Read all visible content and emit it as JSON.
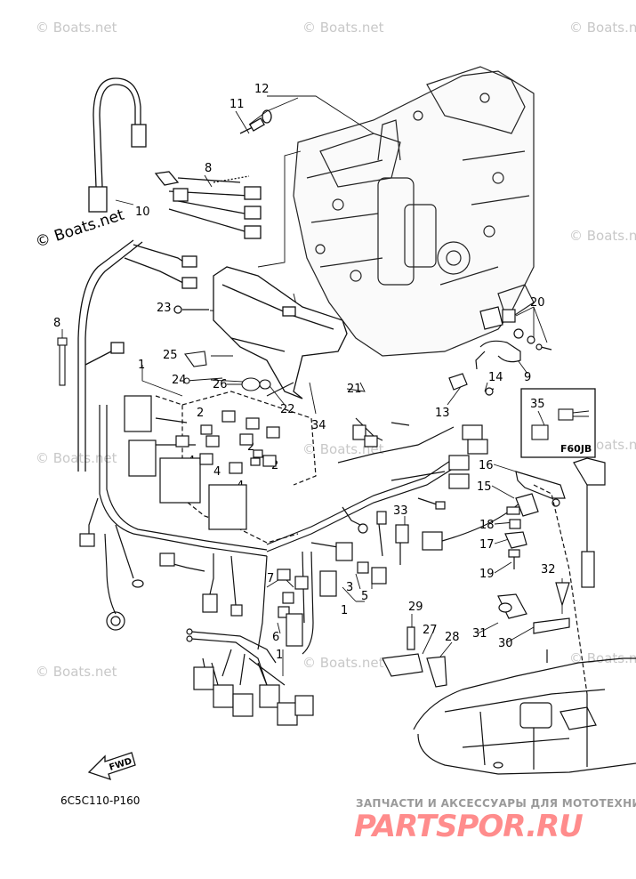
{
  "watermarks": {
    "small": "© Boats.net",
    "prominent": "© Boats.net"
  },
  "inset": {
    "label": "F60JB",
    "callout": "35"
  },
  "fwd_label": "FWD",
  "drawing_code": "6C5C110-P160",
  "brand": {
    "subtitle": "ЗАПЧАСТИ И АКСЕССУАРЫ ДЛЯ МОТОТЕХНИКИ",
    "name": "PARTSPOR.RU"
  },
  "callouts": {
    "c1a": "1",
    "c1b": "1",
    "c1c": "1",
    "c1d": "1",
    "c2a": "2",
    "c2b": "2",
    "c2c": "2",
    "c3": "3",
    "c4a": "4",
    "c4b": "4",
    "c4c": "4",
    "c5": "5",
    "c6": "6",
    "c7": "7",
    "c8a": "8",
    "c8b": "8",
    "c9": "9",
    "c10": "10",
    "c11": "11",
    "c12": "12",
    "c13": "13",
    "c14": "14",
    "c15": "15",
    "c16": "16",
    "c17": "17",
    "c18": "18",
    "c19": "19",
    "c20": "20",
    "c21": "21",
    "c22": "22",
    "c23": "23",
    "c24": "24",
    "c25": "25",
    "c26": "26",
    "c27": "27",
    "c28": "28",
    "c29": "29",
    "c30": "30",
    "c31": "31",
    "c32": "32",
    "c33": "33",
    "c34": "34"
  }
}
